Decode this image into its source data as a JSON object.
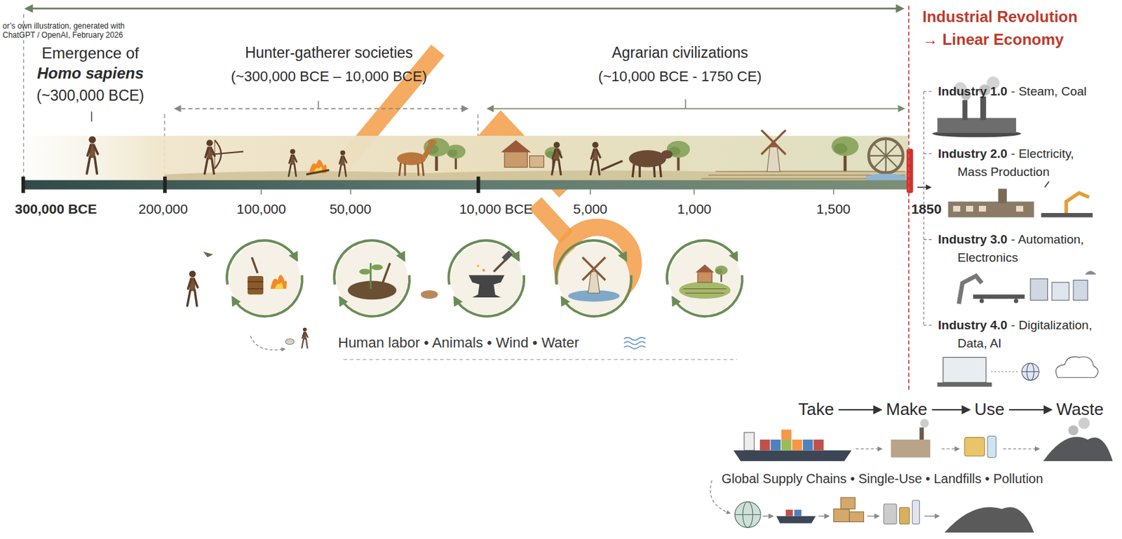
{
  "diagram": {
    "nodes": [
      {
        "text": [
          "Industrial Revolution → Linear Economy"
        ]
      },
      {
        "text": [
          "Industry 1.0",
          "- Steam, Coal"
        ],
        "in": 0
      },
      {
        "text": [
          "Industry 2.0",
          "- Electricity, Mass Production"
        ],
        "in": 0
      },
      {
        "text": [
          "Industry 3.0",
          "- Automation, Electronics"
        ],
        "in": 0
      },
      {
        "text": [
          "Industry 4.0",
          "- Digitalization, Data, AI"
        ],
        "in": 0
      },
      {
        "text": [
          "Take"
        ]
      },
      {
        "text": [
          "Make"
        ]
      },
      {
        "text": [
          "Use"
        ]
      },
      {
        "text": [
          "Waste"
        ]
      }
    ],
    "edges": [
      {
        "from": 5,
        "to": 6,
        "arrow": "to"
      },
      {
        "from": 6,
        "to": 7,
        "arrow": "to"
      },
      {
        "from": 7,
        "to": 8,
        "arrow": "to"
      }
    ],
    "labels": [
      "or’s own illustration, generated with",
      "ChatGPT / OpenAI, February 2026",
      "Emergence of",
      "Homo sapiens",
      "(~300,000 BCE)",
      "Hunter-gatherer societies",
      "(~300,000 BCE – 10,000 BCE)",
      "Agrarian civilizations",
      "(~10,000 BCE - 1750 CE)",
      "300,000 BCE",
      "200,000",
      "100,000",
      "50,000",
      "10,000 BCE",
      "5,000",
      "1,000",
      "1,500",
      "1850",
      "Human labor • Animals • Wind • Water",
      "Global Supply Chains • Single-Use • Landfills • Pollution"
    ]
  }
}
